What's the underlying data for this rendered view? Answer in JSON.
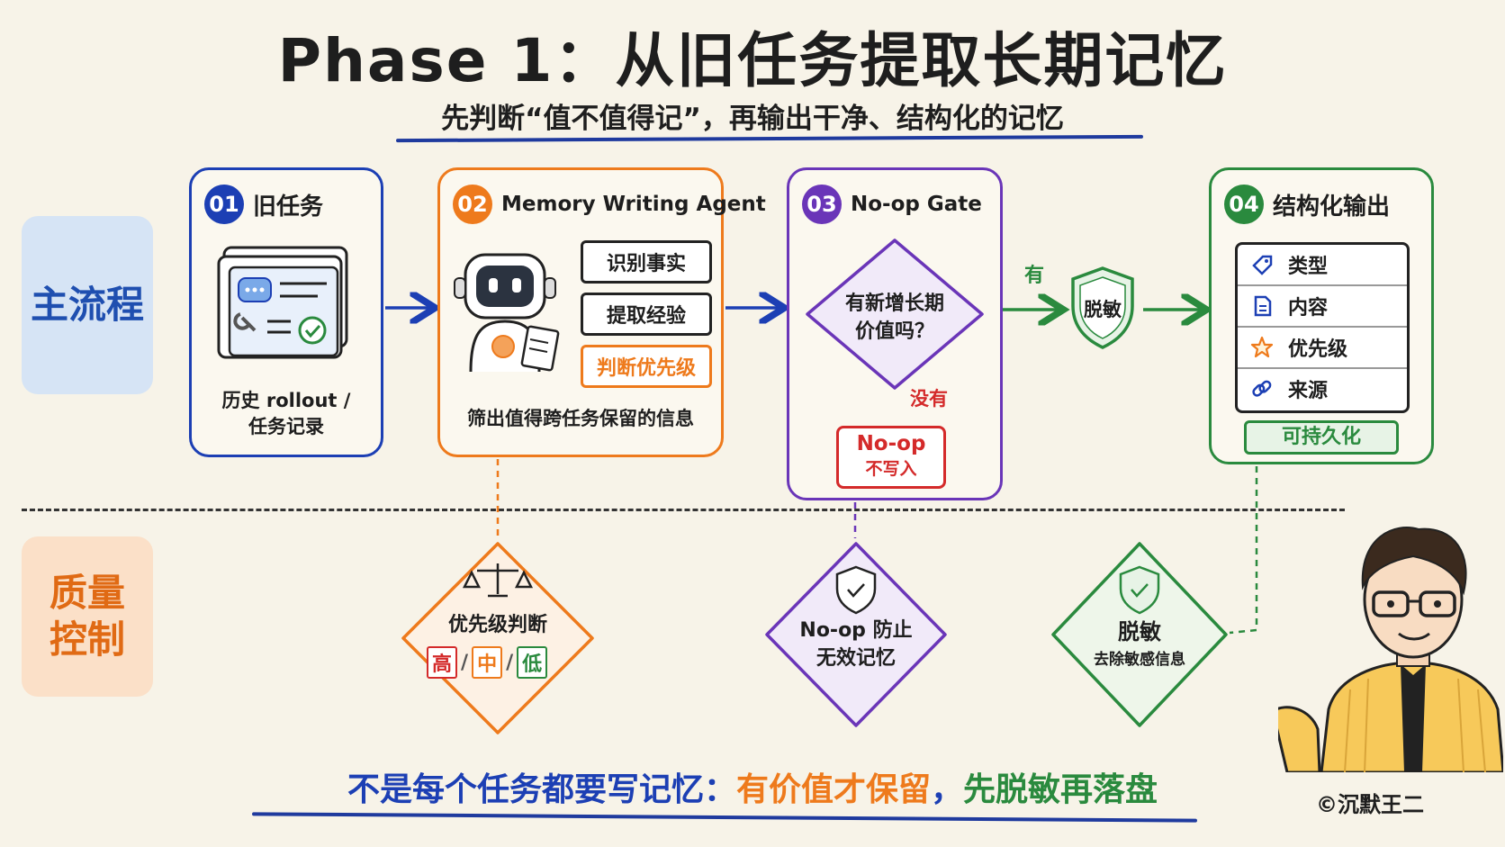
{
  "title": "Phase 1：从旧任务提取长期记忆",
  "subtitle": "先判断“值不值得记”，再输出干净、结构化的记忆",
  "lanes": {
    "main": "主流程",
    "qc": "质量控制"
  },
  "steps": [
    {
      "num": "01",
      "title": "旧任务",
      "caption": "历史 rollout /\n任务记录"
    },
    {
      "num": "02",
      "title": "Memory Writing Agent",
      "buttons": [
        "识别事实",
        "提取经验",
        "判断优先级"
      ],
      "caption": "筛出值得跨任务保留的信息"
    },
    {
      "num": "03",
      "title": "No-op Gate",
      "decision": "有新增长期\n价值吗？",
      "no_label": "没有",
      "noop_title": "No-op",
      "noop_sub": "不写入"
    },
    {
      "num": "04",
      "title": "结构化输出",
      "items": [
        "类型",
        "内容",
        "优先级",
        "来源"
      ],
      "footer": "可持久化"
    }
  ],
  "yes_label": "有",
  "shield_label": "脱敏",
  "qc": [
    {
      "title": "优先级判断",
      "levels": [
        "高",
        "中",
        "低"
      ]
    },
    {
      "title": "No-op 防止\n无效记忆"
    },
    {
      "title": "脱敏",
      "sub": "去除敏感信息"
    }
  ],
  "bottom": {
    "part1": "不是每个任务都要写记忆：",
    "part2": "有价值才保留",
    "sep": "，",
    "part3": "先脱敏再落盘"
  },
  "copyright": "©沉默王二",
  "colors": {
    "blue": "#1c3fb4",
    "orange": "#ee7a1c",
    "purple": "#6a35b8",
    "green": "#2a8a3e",
    "red": "#d42a2a"
  }
}
